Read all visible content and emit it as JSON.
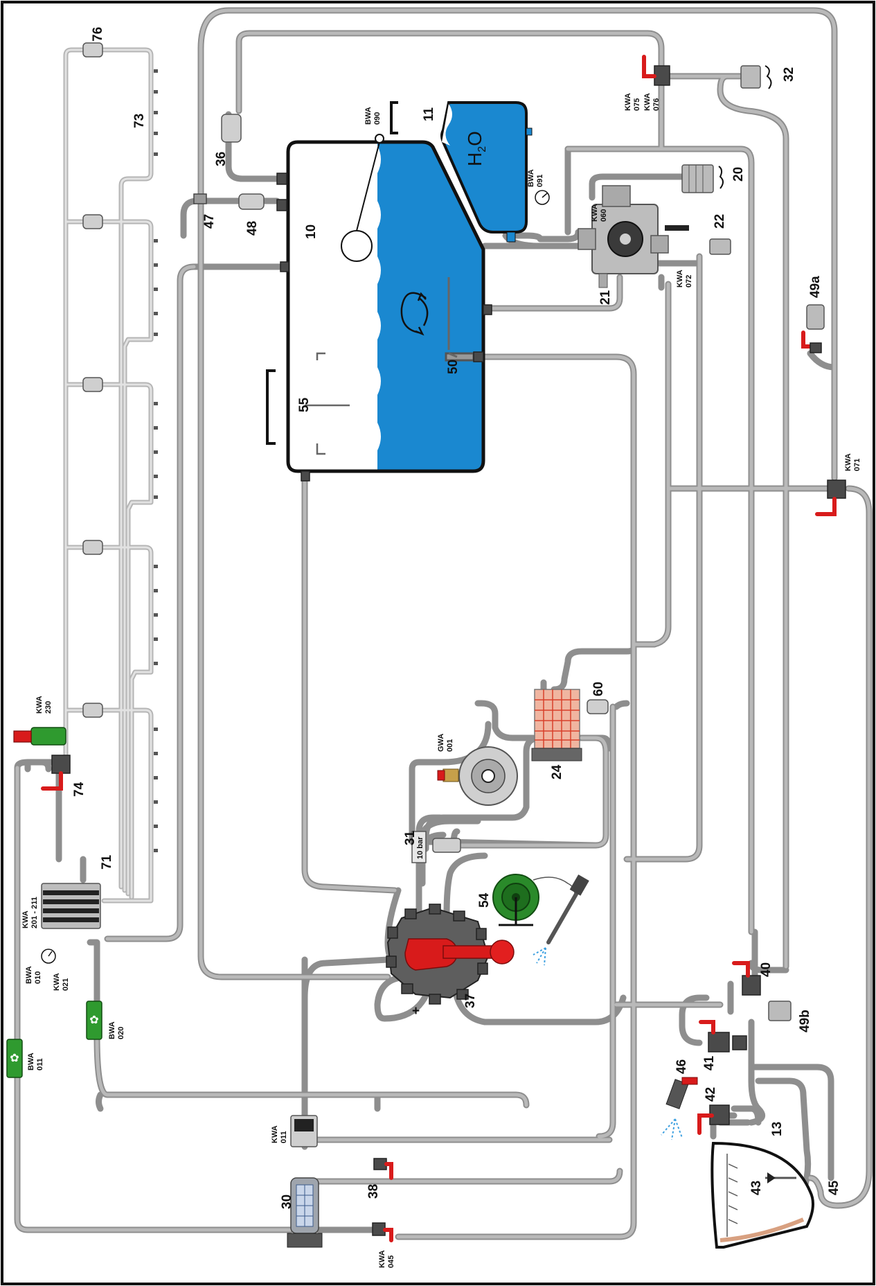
{
  "diagram": {
    "tank_label": "10",
    "cleaning_tank_label": "11",
    "cleaning_tank_text_main": "H",
    "cleaning_tank_text_sub": "2",
    "cleaning_tank_text_end": "O",
    "labels": {
      "l13": "13",
      "l20": "20",
      "l21": "21",
      "l22": "22",
      "l24": "24",
      "l30": "30",
      "l31": "31",
      "l32": "32",
      "l36": "36",
      "l37": "37",
      "l38": "38",
      "l40": "40",
      "l41": "41",
      "l42": "42",
      "l43": "43",
      "l45": "45",
      "l46": "46",
      "l47": "47",
      "l48": "48",
      "l49a": "49a",
      "l49b": "49b",
      "l50": "50",
      "l54": "54",
      "l55": "55",
      "l60": "60",
      "l71": "71",
      "l73": "73",
      "l74": "74",
      "l76": "76",
      "plus": "+",
      "pressure": "10 bar"
    },
    "tags": {
      "bwa090_a": "BWA",
      "bwa090_b": "090",
      "bwa091_a": "BWA",
      "bwa091_b": "091",
      "kwa060_a": "KWA",
      "kwa060_b": "060",
      "kwa072_a": "KWA",
      "kwa072_b": "072",
      "kwa075_a": "KWA",
      "kwa075_b": "075",
      "kwa076_a": "KWA",
      "kwa076_b": "076",
      "kwa071_a": "KWA",
      "kwa071_b": "071",
      "kwa230_a": "KWA",
      "kwa230_b": "230",
      "kwa201_a": "KWA",
      "kwa201_b": "201 - 211",
      "bwa010_a": "BWA",
      "bwa010_b": "010",
      "kwa021_a": "KWA",
      "kwa021_b": "021",
      "bwa020_a": "BWA",
      "bwa020_b": "020",
      "bwa011_a": "BWA",
      "bwa011_b": "011",
      "gwa001_a": "GWA",
      "gwa001_b": "001",
      "kwa011_a": "KWA",
      "kwa011_b": "011",
      "kwa045_a": "KWA",
      "kwa045_b": "045"
    }
  }
}
